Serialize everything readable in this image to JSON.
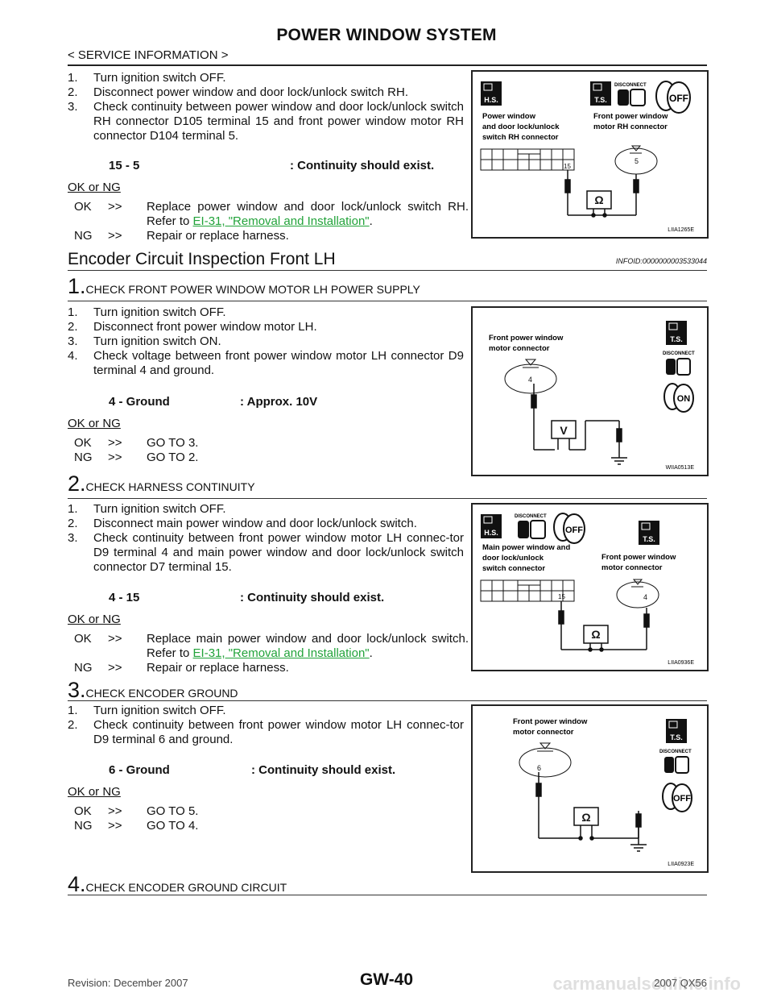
{
  "header": {
    "title": "POWER WINDOW SYSTEM",
    "section": "< SERVICE INFORMATION >"
  },
  "intro": {
    "steps": [
      {
        "n": "1.",
        "text": "Turn ignition switch OFF."
      },
      {
        "n": "2.",
        "text": "Disconnect power window and door lock/unlock switch RH."
      },
      {
        "n": "3.",
        "text": "Check continuity between power window and door lock/unlock switch RH connector D105 terminal 15 and front power window motor RH connector D104 terminal 5."
      }
    ],
    "spec_left": "15 - 5",
    "spec_right": ": Continuity should exist.",
    "ok_or_ng": "OK or NG",
    "ok": {
      "key": "OK",
      "arrow": ">>",
      "text": "Replace power window and door lock/unlock switch RH. Refer to ",
      "link": "EI-31, \"Removal and Installation\"",
      "end": "."
    },
    "ng": {
      "key": "NG",
      "arrow": ">>",
      "text": "Repair or replace harness."
    }
  },
  "fig1": {
    "hs": "H.S.",
    "ts": "T.S.",
    "disconnect": "DISCONNECT",
    "off": "OFF",
    "label_left_1": "Power window",
    "label_left_2": "and door lock/unlock",
    "label_left_3": "switch RH connector",
    "label_right_1": "Front power window",
    "label_right_2": "motor RH connector",
    "term_a": "15",
    "term_b": "5",
    "meter": "Ω",
    "code": "LIIA1265E"
  },
  "section": {
    "title": "Encoder Circuit Inspection Front LH",
    "infoid": "INFOID:0000000003533044"
  },
  "step1": {
    "num": "1.",
    "title": "CHECK FRONT POWER WINDOW MOTOR LH POWER SUPPLY",
    "steps": [
      {
        "n": "1.",
        "text": "Turn ignition switch OFF."
      },
      {
        "n": "2.",
        "text": "Disconnect front power window motor LH."
      },
      {
        "n": "3.",
        "text": "Turn ignition switch ON."
      },
      {
        "n": "4.",
        "text": "Check voltage between front power window motor LH connector D9 terminal 4 and ground."
      }
    ],
    "spec_left": "4 - Ground",
    "spec_right": ": Approx. 10V",
    "ok_or_ng": "OK or NG",
    "ok": {
      "key": "OK",
      "arrow": ">>",
      "text": "GO TO 3."
    },
    "ng": {
      "key": "NG",
      "arrow": ">>",
      "text": "GO TO 2."
    }
  },
  "fig2": {
    "label_1": "Front power window",
    "label_2": "motor connector",
    "ts": "T.S.",
    "disconnect": "DISCONNECT",
    "on": "ON",
    "term": "4",
    "meter": "V",
    "code": "WIIA0513E"
  },
  "step2": {
    "num": "2.",
    "title": "CHECK HARNESS CONTINUITY",
    "steps": [
      {
        "n": "1.",
        "text": "Turn ignition switch OFF."
      },
      {
        "n": "2.",
        "text": "Disconnect main power window and door lock/unlock switch."
      },
      {
        "n": "3.",
        "text": "Check continuity between front power window motor LH connec-tor D9 terminal 4 and main power window and door lock/unlock switch connector D7 terminal 15."
      }
    ],
    "spec_left": "4 - 15",
    "spec_right": ": Continuity should exist.",
    "ok_or_ng": "OK or NG",
    "ok": {
      "key": "OK",
      "arrow": ">>",
      "text": "Replace main power window and door lock/unlock switch. Refer to ",
      "link": "EI-31, \"Removal and Installation\"",
      "end": "."
    },
    "ng": {
      "key": "NG",
      "arrow": ">>",
      "text": "Repair or replace harness."
    }
  },
  "fig3": {
    "hs": "H.S.",
    "ts": "T.S.",
    "disconnect": "DISCONNECT",
    "off": "OFF",
    "label_left_1": "Main power window and",
    "label_left_2": "door lock/unlock",
    "label_left_3": "switch connector",
    "label_right_1": "Front power window",
    "label_right_2": "motor connector",
    "term_a": "15",
    "term_b": "4",
    "meter": "Ω",
    "code": "LIIA0936E"
  },
  "step3": {
    "num": "3.",
    "title": "CHECK ENCODER GROUND",
    "steps": [
      {
        "n": "1.",
        "text": "Turn ignition switch OFF."
      },
      {
        "n": "2.",
        "text": "Check continuity between front power window motor LH connec-tor D9 terminal 6 and ground."
      }
    ],
    "spec_left": "6 - Ground",
    "spec_right": ": Continuity should exist.",
    "ok_or_ng": "OK or NG",
    "ok": {
      "key": "OK",
      "arrow": ">>",
      "text": "GO TO 5."
    },
    "ng": {
      "key": "NG",
      "arrow": ">>",
      "text": "GO TO 4."
    }
  },
  "fig4": {
    "label_1": "Front power window",
    "label_2": "motor connector",
    "ts": "T.S.",
    "disconnect": "DISCONNECT",
    "off": "OFF",
    "term": "6",
    "meter": "Ω",
    "code": "LIIA0923E"
  },
  "step4": {
    "num": "4.",
    "title": "CHECK ENCODER GROUND CIRCUIT"
  },
  "footer": {
    "revision": "Revision: December 2007",
    "page": "GW-40",
    "model": "2007 QX56",
    "watermark": "carmanualsonline.info"
  }
}
